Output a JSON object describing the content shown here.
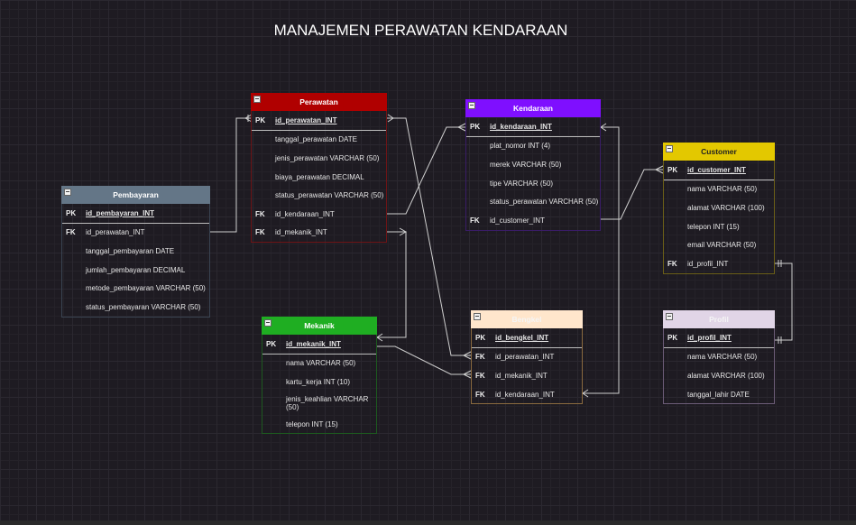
{
  "title": "MANAJEMEN PERAWATAN KENDARAAN",
  "tables": {
    "perawatan": {
      "name": "Perawatan",
      "color": "#b00000",
      "border": "#6e1416",
      "rows": [
        {
          "key": "PK",
          "field": "id_perawatan_INT"
        },
        {
          "key": "",
          "field": "tanggal_perawatan DATE"
        },
        {
          "key": "",
          "field": "jenis_perawatan VARCHAR (50)"
        },
        {
          "key": "",
          "field": "biaya_perawatan DECIMAL"
        },
        {
          "key": "",
          "field": "status_perawatan VARCHAR (50)"
        },
        {
          "key": "FK",
          "field": "id_kendaraan_INT"
        },
        {
          "key": "FK",
          "field": "id_mekanik_INT"
        }
      ]
    },
    "kendaraan": {
      "name": "Kendaraan",
      "color": "#7f0fff",
      "border": "#3a1c68",
      "rows": [
        {
          "key": "PK",
          "field": "id_kendaraan_INT"
        },
        {
          "key": "",
          "field": "plat_nomor INT (4)"
        },
        {
          "key": "",
          "field": "merek VARCHAR (50)"
        },
        {
          "key": "",
          "field": "tipe VARCHAR (50)"
        },
        {
          "key": "",
          "field": "status_perawatan VARCHAR (50)"
        },
        {
          "key": "FK",
          "field": "id_customer_INT"
        }
      ]
    },
    "customer": {
      "name": "Customer",
      "color": "#e3c800",
      "border": "#6b5f17",
      "rows": [
        {
          "key": "PK",
          "field": "id_customer_INT"
        },
        {
          "key": "",
          "field": "nama VARCHAR (50)"
        },
        {
          "key": "",
          "field": "alamat VARCHAR (100)"
        },
        {
          "key": "",
          "field": "telepon INT (15)"
        },
        {
          "key": "",
          "field": "email VARCHAR (50)"
        },
        {
          "key": "FK",
          "field": "id_profil_INT"
        }
      ]
    },
    "pembayaran": {
      "name": "Pembayaran",
      "color": "#647687",
      "border": "#3a4452",
      "rows": [
        {
          "key": "PK",
          "field": "id_pembayaran_INT"
        },
        {
          "key": "FK",
          "field": "id_perawatan_INT"
        },
        {
          "key": "",
          "field": "tanggal_pembayaran DATE"
        },
        {
          "key": "",
          "field": "jumlah_pembayaran DECIMAL"
        },
        {
          "key": "",
          "field": "metode_pembayaran VARCHAR (50)"
        },
        {
          "key": "",
          "field": "status_pembayaran VARCHAR (50)"
        }
      ]
    },
    "mekanik": {
      "name": "Mekanik",
      "color": "#1fae22",
      "border": "#1d5a1f",
      "rows": [
        {
          "key": "PK",
          "field": "id_mekanik_INT"
        },
        {
          "key": "",
          "field": "nama VARCHAR (50)"
        },
        {
          "key": "",
          "field": "kartu_kerja INT (10)"
        },
        {
          "key": "",
          "field": "jenis_keahlian VARCHAR (50)"
        },
        {
          "key": "",
          "field": "telepon INT (15)"
        }
      ]
    },
    "bengkel": {
      "name": "Bengkel",
      "color": "#ffe6cc",
      "border": "#8a6a3f",
      "rows": [
        {
          "key": "PK",
          "field": "id_bengkel_INT"
        },
        {
          "key": "FK",
          "field": "id_perawatan_INT"
        },
        {
          "key": "FK",
          "field": "id_mekanik_INT"
        },
        {
          "key": "FK",
          "field": "id_kendaraan_INT"
        }
      ]
    },
    "profil": {
      "name": "Profil",
      "color": "#e1d5e7",
      "border": "#6c5c77",
      "rows": [
        {
          "key": "PK",
          "field": "id_profil_INT"
        },
        {
          "key": "",
          "field": "nama VARCHAR (50)"
        },
        {
          "key": "",
          "field": "alamat VARCHAR (100)"
        },
        {
          "key": "",
          "field": "tanggal_lahir DATE"
        }
      ]
    }
  }
}
